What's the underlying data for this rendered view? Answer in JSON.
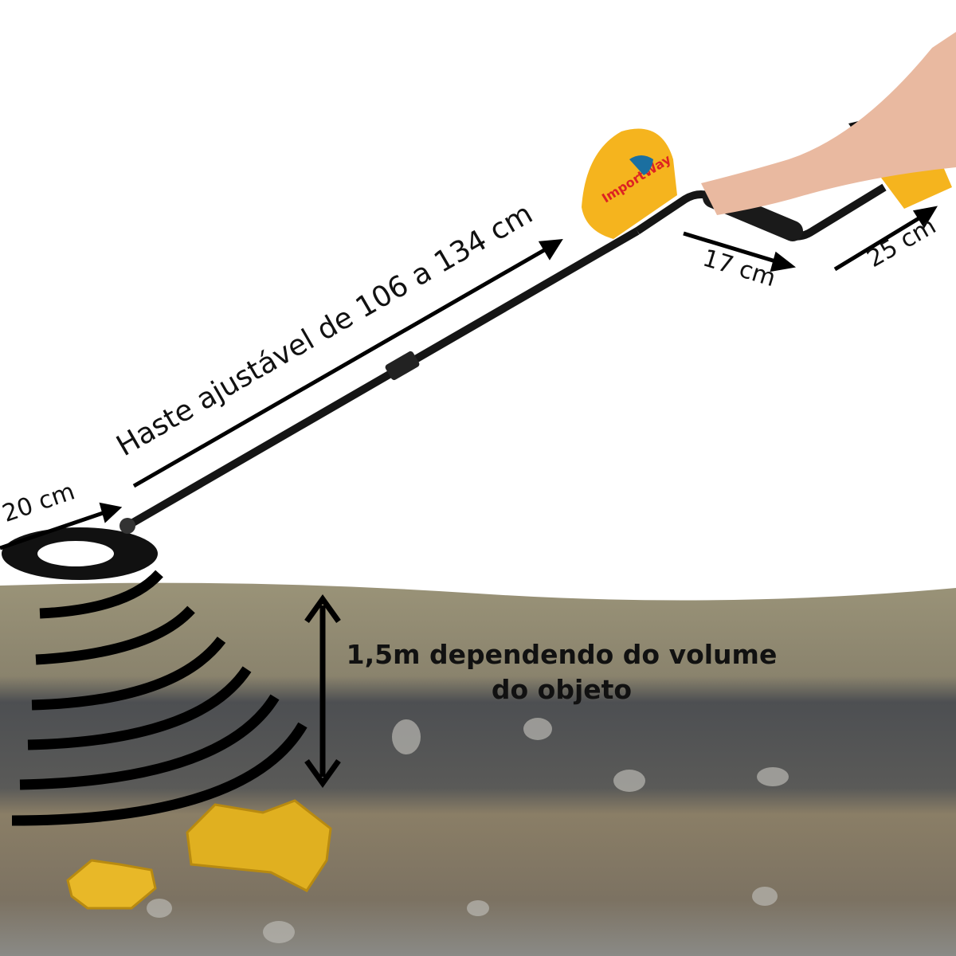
{
  "labels": {
    "shaft": "Haste ajustável de 106 a 134 cm",
    "coil": "20 cm",
    "handle": "17 cm",
    "armrest": "25 cm",
    "depth_line1": "1,5m dependendo do volume",
    "depth_line2": "do objeto"
  },
  "logo": {
    "brand": "ImportWay"
  },
  "colors": {
    "detector_yellow": "#f5b41e",
    "soil": "#8b8270",
    "gold": "#e0b020",
    "text": "#111111"
  }
}
